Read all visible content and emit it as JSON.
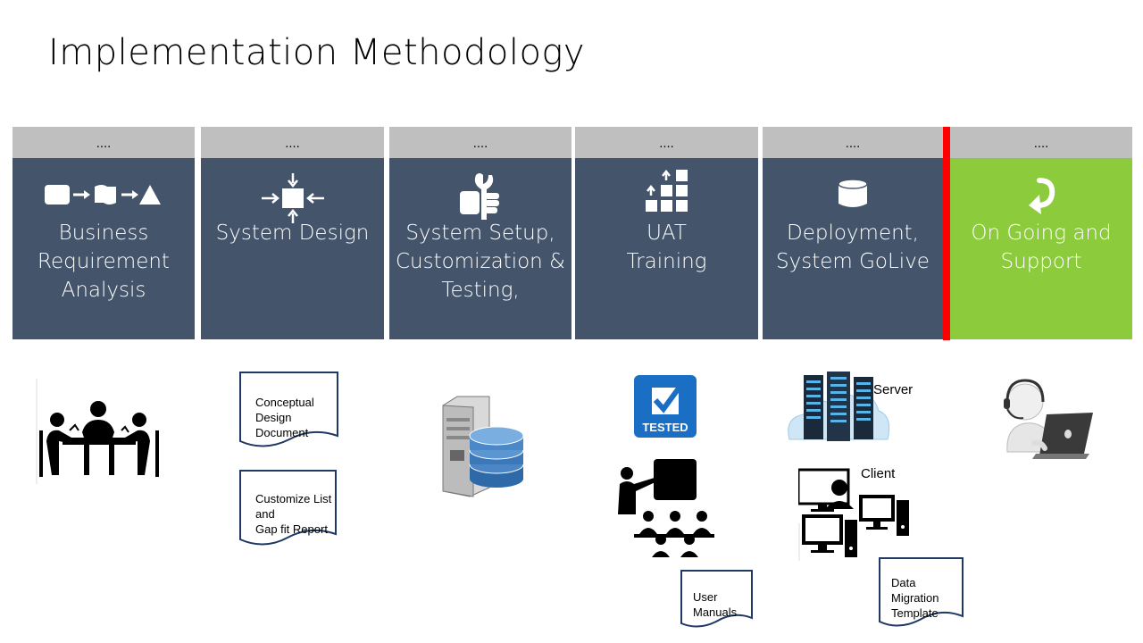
{
  "title": "Implementation Methodology",
  "phases": [
    {
      "dots": "....",
      "label": "Business\nRequirement\nAnalysis",
      "icon": "process-flow-icon"
    },
    {
      "dots": "....",
      "label": "System Design",
      "icon": "converge-arrows-icon"
    },
    {
      "dots": "....",
      "label": "System Setup,\nCustomization  &\nTesting,",
      "icon": "thumbs-up-wrench-icon"
    },
    {
      "dots": "....",
      "label": "UAT\nTraining",
      "icon": "stacked-blocks-icon"
    },
    {
      "dots": "....",
      "label": "Deployment,\nSystem GoLive",
      "icon": "database-icon"
    },
    {
      "dots": "....",
      "label": "On Going and\nSupport",
      "icon": "return-arrow-icon"
    }
  ],
  "documents": {
    "conceptual": "Conceptual Design\nDocument",
    "gapfit": "Customize List and\nGap fit Report",
    "manuals": "User Manuals",
    "migration": "Data Migration\nTemplate"
  },
  "captions": {
    "server": "Server",
    "client": "Client"
  },
  "badge": "TESTED",
  "colors": {
    "phase": "#44546a",
    "phase_active": "#8ccb3c",
    "header": "#bfbfbf",
    "divider": "#ff0000",
    "doc_border": "#1f3864"
  }
}
